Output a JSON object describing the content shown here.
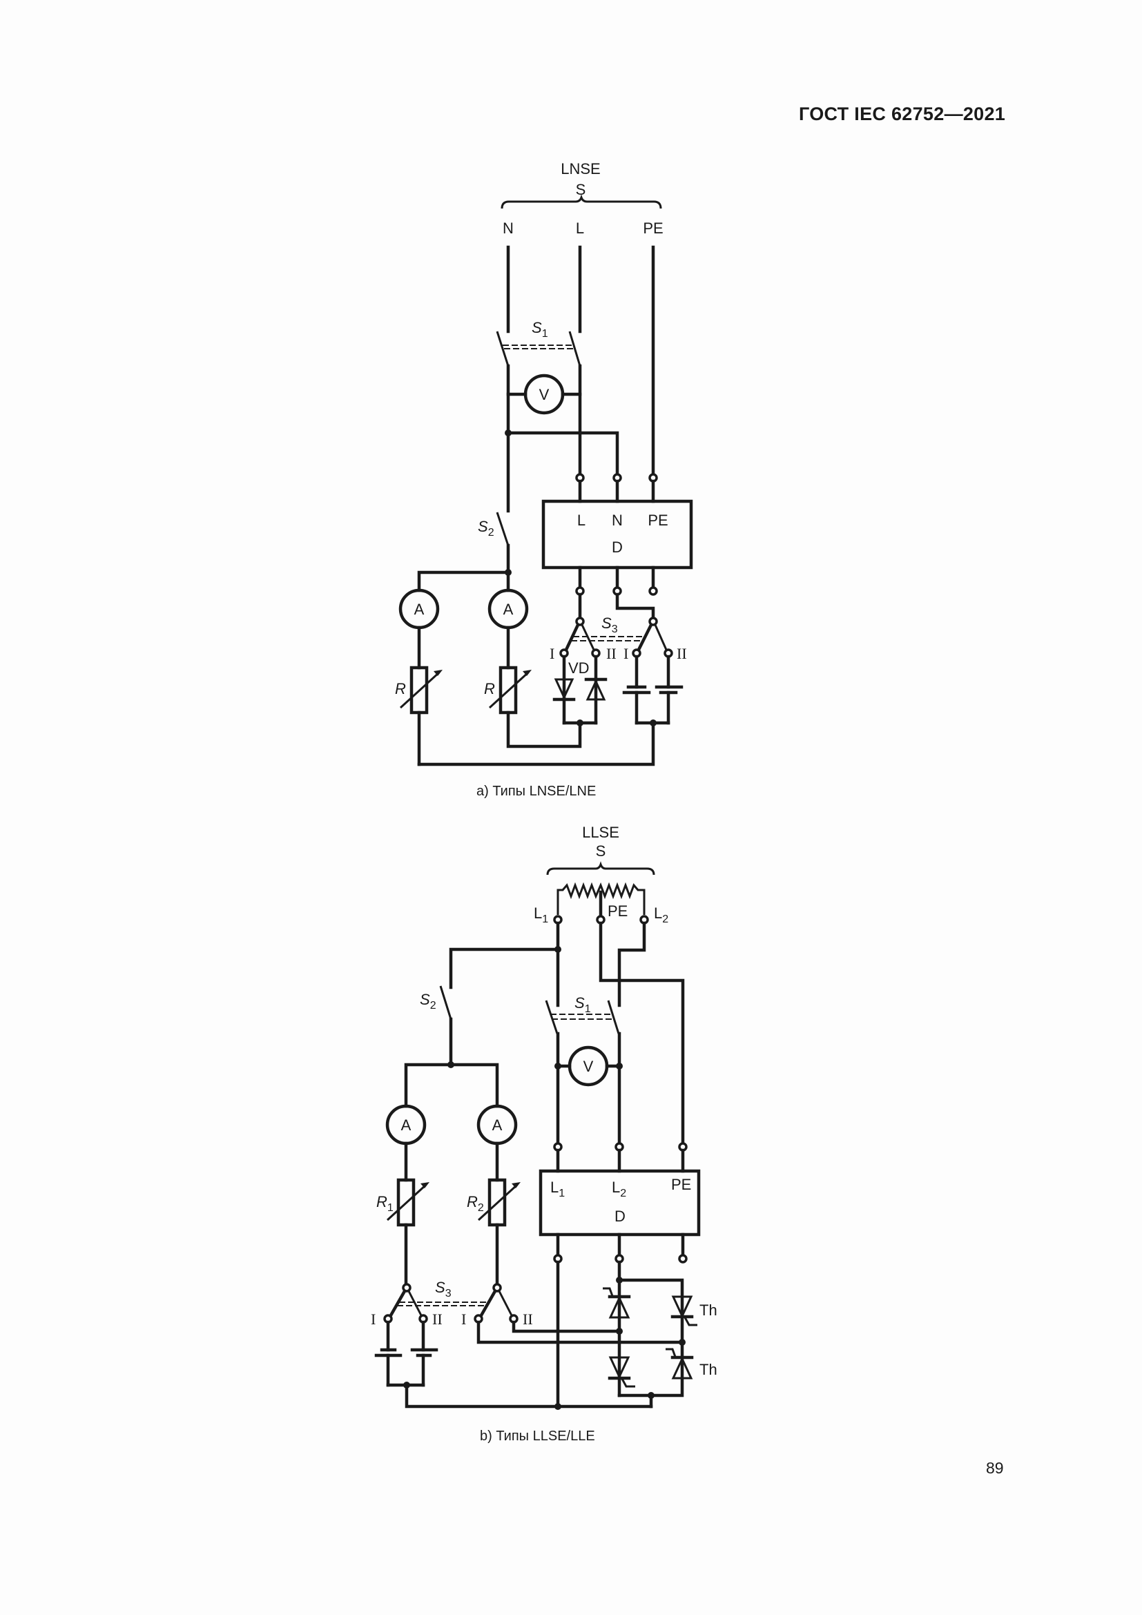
{
  "header": {
    "title": "ГОСТ IEC 62752—2021"
  },
  "page_number": "89",
  "figure_a": {
    "supply_type": "LNSE",
    "supply_label": "S",
    "supply_terminals": [
      "N",
      "L",
      "PE"
    ],
    "switch_s1": "S",
    "switch_s1_sub": "1",
    "switch_s2": "S",
    "switch_s2_sub": "2",
    "switch_s3": "S",
    "switch_s3_sub": "3",
    "voltmeter": "V",
    "ammeters": [
      "A",
      "A"
    ],
    "resistors": [
      "R",
      "R"
    ],
    "device_terminals": [
      "L",
      "N",
      "PE"
    ],
    "device_label": "D",
    "diode_label": "VD",
    "positions": [
      "I",
      "II",
      "I",
      "II"
    ],
    "caption": "a) Типы LNSE/LNE"
  },
  "figure_b": {
    "supply_type": "LLSE",
    "supply_label": "S",
    "supply_terminals": [
      {
        "main": "L",
        "sub": "1"
      },
      {
        "main": "PE",
        "sub": ""
      },
      {
        "main": "L",
        "sub": "2"
      }
    ],
    "switch_s1": "S",
    "switch_s1_sub": "1",
    "switch_s2": "S",
    "switch_s2_sub": "2",
    "switch_s3": "S",
    "switch_s3_sub": "3",
    "voltmeter": "V",
    "ammeters": [
      "A",
      "A"
    ],
    "resistors": [
      {
        "main": "R",
        "sub": "1"
      },
      {
        "main": "R",
        "sub": "2"
      }
    ],
    "device_terminals": [
      {
        "main": "L",
        "sub": "1"
      },
      {
        "main": "L",
        "sub": "2"
      },
      {
        "main": "PE",
        "sub": ""
      }
    ],
    "device_label": "D",
    "thyristor_label": "Th",
    "thyristor_labels": [
      "Th",
      "Th"
    ],
    "positions": [
      "I",
      "II",
      "I",
      "II"
    ],
    "caption": "b) Типы LLSE/LLE"
  }
}
